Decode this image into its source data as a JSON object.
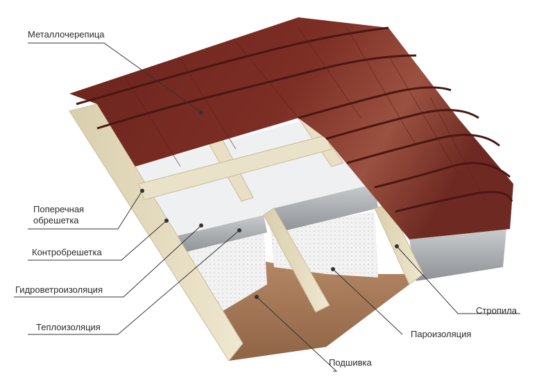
{
  "labels": {
    "metal_tile": "Металлочерепица",
    "cross_batten_line1": "Поперечная",
    "cross_batten_line2": "обрешетка",
    "counter_batten": "Контробрешетка",
    "wind_water_barrier": "Гидроветроизоляция",
    "insulation": "Теплоизоляция",
    "ceiling_lining": "Подшивка",
    "vapor_barrier": "Пароизоляция",
    "rafters": "Стропила"
  },
  "colors": {
    "tile_dark": "#5a1f19",
    "tile_mid": "#7a2c24",
    "tile_light": "#9a4a3c",
    "wood": "#e6dcc0",
    "wood_shadow": "#c8bb98",
    "membrane": "#eef0f2",
    "insulation": "#b9bcbf",
    "vapor": "#f1f1f1",
    "lining": "#a87a5a",
    "leader": "#333333"
  }
}
